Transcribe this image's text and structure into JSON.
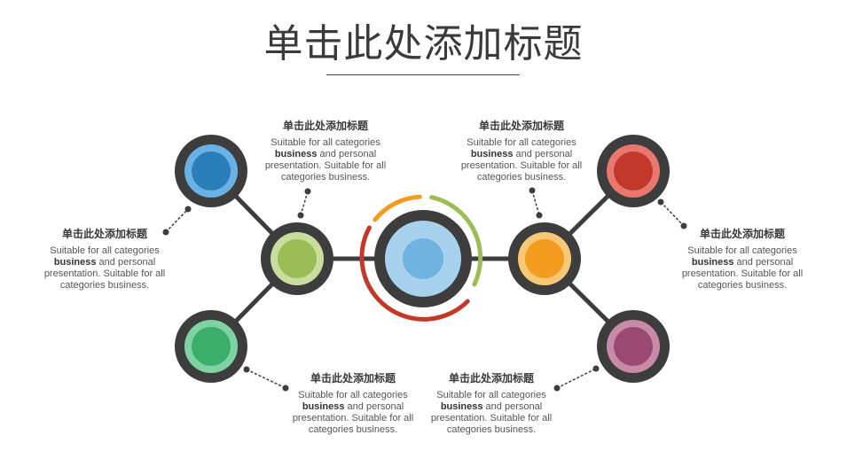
{
  "title": "单击此处添加标题",
  "colors": {
    "ring": "#3d3d3d",
    "line": "#3d3d3d",
    "center_outer": "#a8d1ee",
    "center_inner": "#6fb3e1",
    "arc_orange": "#f39c1f",
    "arc_green": "#9cbd56",
    "arc_red": "#c2392c"
  },
  "nodes": [
    {
      "id": "top-left",
      "icon": "blue-circle-icon",
      "outer": "#6ab1e4",
      "inner": "#2a7fba"
    },
    {
      "id": "mid-left",
      "icon": "green-circle-icon",
      "outer": "#c9dd9c",
      "inner": "#9cbd56"
    },
    {
      "id": "bottom-left",
      "icon": "teal-green-circle-icon",
      "outer": "#7fd3a3",
      "inner": "#3aae6a"
    },
    {
      "id": "top-right",
      "icon": "red-circle-icon",
      "outer": "#e8786d",
      "inner": "#c2392c"
    },
    {
      "id": "mid-right",
      "icon": "orange-circle-icon",
      "outer": "#f8c877",
      "inner": "#f39c1f"
    },
    {
      "id": "bottom-right",
      "icon": "purple-circle-icon",
      "outer": "#c98aa8",
      "inner": "#9b4a6f"
    }
  ],
  "texts": [
    {
      "heading": "单击此处添加标题",
      "d1": "Suitable for all categories",
      "bold": "business",
      "d2": " and personal",
      "d3": "presentation. Suitable for all",
      "d4": "categories business."
    },
    {
      "heading": "单击此处添加标题",
      "d1": "Suitable for all categories",
      "bold": "business",
      "d2": " and personal",
      "d3": "presentation. Suitable for all",
      "d4": "categories business."
    },
    {
      "heading": "单击此处添加标题",
      "d1": "Suitable for all categories",
      "bold": "business",
      "d2": " and personal",
      "d3": "presentation. Suitable for all",
      "d4": "categories business."
    },
    {
      "heading": "单击此处添加标题",
      "d1": "Suitable for all categories",
      "bold": "business",
      "d2": " and personal",
      "d3": "presentation. Suitable for all",
      "d4": "categories business."
    },
    {
      "heading": "单击此处添加标题",
      "d1": "Suitable for all categories",
      "bold": "business",
      "d2": " and personal",
      "d3": "presentation. Suitable for all",
      "d4": "categories business."
    },
    {
      "heading": "单击此处添加标题",
      "d1": "Suitable for all categories",
      "bold": "business",
      "d2": " and personal",
      "d3": "presentation. Suitable for all",
      "d4": "categories business."
    }
  ]
}
